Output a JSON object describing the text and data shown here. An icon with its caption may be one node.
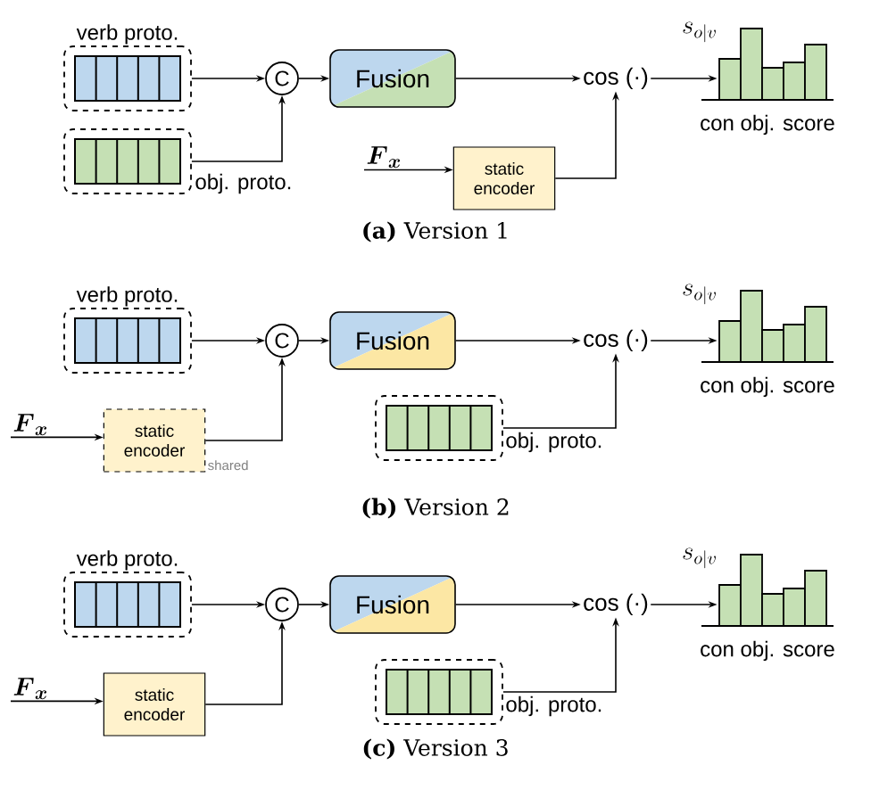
{
  "diagram": {
    "nodes": [
      {
        "text": [
          "verb proto."
        ]
      },
      {
        "text": [
          "obj. proto."
        ]
      },
      {
        "text": [
          "C"
        ]
      },
      {
        "text": [
          "Fusion"
        ]
      },
      {
        "text": [
          "cos (·)"
        ]
      },
      {
        "text": [
          "s_{o|v}",
          "con obj. score"
        ]
      },
      {
        "text": [
          "\\boldsymbol{F}_{\\boldsymbol{x}}"
        ]
      },
      {
        "text": [
          "static encoder"
        ]
      },
      {
        "text": [
          "verb proto."
        ]
      },
      {
        "text": [
          "obj. proto."
        ]
      },
      {
        "text": [
          "C"
        ]
      },
      {
        "text": [
          "Fusion"
        ]
      },
      {
        "text": [
          "cos (·)"
        ]
      },
      {
        "text": [
          "s_{o|v}",
          "con obj. score"
        ]
      },
      {
        "text": [
          "\\boldsymbol{F}_{\\boldsymbol{x}}"
        ]
      },
      {
        "text": [
          "static encoder"
        ],
        "beside": [
          "shared"
        ]
      },
      {
        "text": [
          "verb proto."
        ]
      },
      {
        "text": [
          "obj. proto."
        ]
      },
      {
        "text": [
          "C"
        ]
      },
      {
        "text": [
          "Fusion"
        ]
      },
      {
        "text": [
          "cos (·)"
        ]
      },
      {
        "text": [
          "s_{o|v}",
          "con obj. score"
        ]
      },
      {
        "text": [
          "\\boldsymbol{F}_{\\boldsymbol{x}}"
        ]
      },
      {
        "text": [
          "static encoder"
        ]
      }
    ],
    "edges": [
      {
        "from": 0,
        "to": 2,
        "arrow": "to"
      },
      {
        "from": 1,
        "to": 2,
        "arrow": "to"
      },
      {
        "from": 2,
        "to": 3,
        "arrow": "to"
      },
      {
        "from": 3,
        "to": 4,
        "arrow": "to"
      },
      {
        "from": 6,
        "to": 7,
        "arrow": "to"
      },
      {
        "from": 7,
        "to": 4,
        "arrow": "to"
      },
      {
        "from": 4,
        "to": 5,
        "arrow": "to"
      },
      {
        "from": 8,
        "to": 10,
        "arrow": "to"
      },
      {
        "from": 14,
        "to": 15,
        "arrow": "to"
      },
      {
        "from": 15,
        "to": 10,
        "arrow": "to"
      },
      {
        "from": 10,
        "to": 11,
        "arrow": "to"
      },
      {
        "from": 11,
        "to": 12,
        "arrow": "to"
      },
      {
        "from": 9,
        "to": 12,
        "arrow": "to"
      },
      {
        "from": 12,
        "to": 13,
        "arrow": "to"
      },
      {
        "from": 16,
        "to": 18,
        "arrow": "to"
      },
      {
        "from": 22,
        "to": 23,
        "arrow": "to"
      },
      {
        "from": 23,
        "to": 18,
        "arrow": "to"
      },
      {
        "from": 18,
        "to": 19,
        "arrow": "to"
      },
      {
        "from": 19,
        "to": 20,
        "arrow": "to"
      },
      {
        "from": 17,
        "to": 20,
        "arrow": "to"
      },
      {
        "from": 20,
        "to": 21,
        "arrow": "to"
      }
    ],
    "labels": [
      "**(a)** Version 1",
      "**(b)** Version 2",
      "**(c)** Version 3"
    ]
  }
}
